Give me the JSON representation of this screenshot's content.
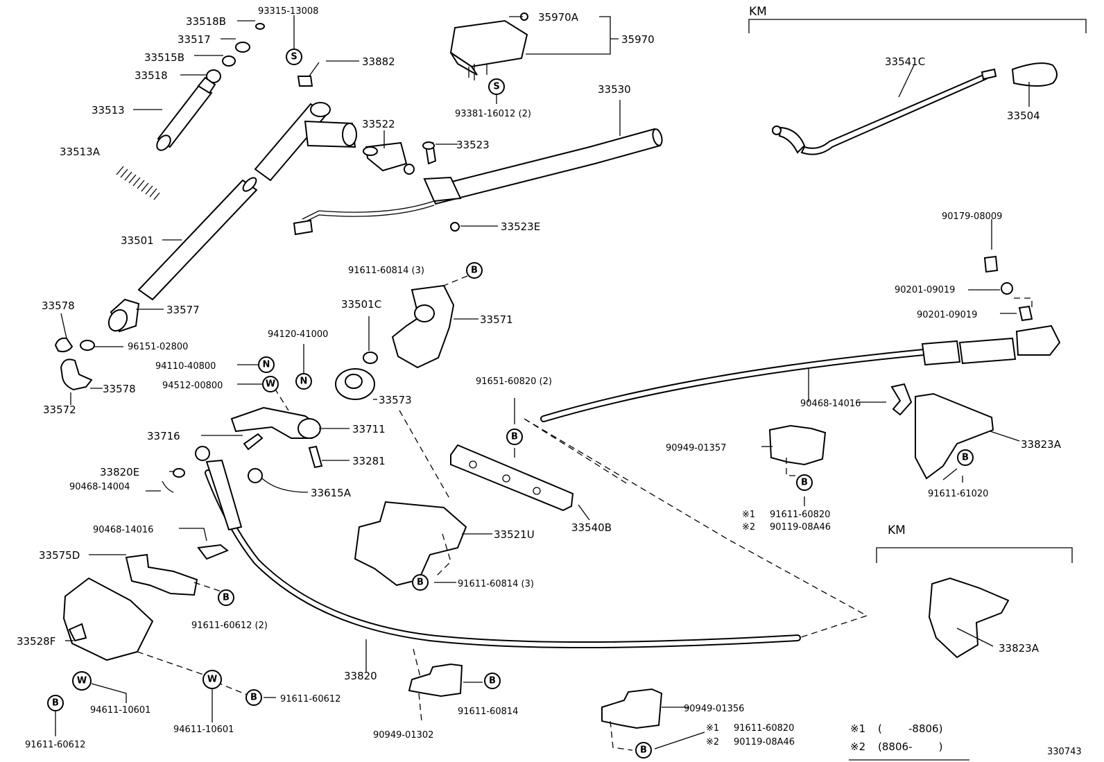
{
  "km_label": "KM",
  "part_numbers": {
    "p33518B": "33518B",
    "p93315_13008": "93315-13008",
    "p33517": "33517",
    "p33515B": "33515B",
    "p33518": "33518",
    "p33882": "33882",
    "p33513": "33513",
    "p33513A": "33513A",
    "p35970A": "35970A",
    "p35970": "35970",
    "p93381_16012": "93381-16012 (2)",
    "p33530": "33530",
    "p33522": "33522",
    "p33523": "33523",
    "p33523E": "33523E",
    "p33541C": "33541C",
    "p33504": "33504",
    "p90179_08009": "90179-08009",
    "p90201_09019a": "90201-09019",
    "p90201_09019b": "90201-09019",
    "p33501": "33501",
    "p33578a": "33578",
    "p33577": "33577",
    "p96151_02800": "96151-02800",
    "p33578b": "33578",
    "p33572": "33572",
    "p91611_60814_3a": "91611-60814 (3)",
    "p33501C": "33501C",
    "p33571": "33571",
    "p94120_41000": "94120-41000",
    "p94110_40800": "94110-40800",
    "p94512_00800": "94512-00800",
    "p33573": "33573",
    "p33716": "33716",
    "p33711": "33711",
    "p33281": "33281",
    "p33820E": "33820E",
    "p90468_14004": "90468-14004",
    "p33615A": "33615A",
    "p91651_60820": "91651-60820 (2)",
    "p90468_14016a": "90468-14016",
    "p90949_01357": "90949-01357",
    "p33823A_a": "33823A",
    "p91611_61020": "91611-61020",
    "p33540B": "33540B",
    "p33521U": "33521U",
    "p90468_14016b": "90468-14016",
    "p33575D": "33575D",
    "p91611_60612_2": "91611-60612 (2)",
    "p91611_60814_3b": "91611-60814 (3)",
    "p33528F": "33528F",
    "p33820": "33820",
    "p94611_10601a": "94611-10601",
    "p94611_10601b": "94611-10601",
    "p91611_60612a": "91611-60612",
    "p91611_60612b": "91611-60612",
    "p91611_60814": "91611-60814",
    "p90949_01302": "90949-01302",
    "p90949_01356": "90949-01356",
    "p33823A_b": "33823A",
    "p91611_60820a": "91611-60820",
    "p90119_08A46a": "90119-08A46",
    "p91611_60820b": "91611-60820",
    "p90119_08A46b": "90119-08A46"
  },
  "notes": {
    "mark1": "※1",
    "mark2": "※2",
    "range1": "(        -8806)",
    "range2": "(8806-        )"
  },
  "symbols": {
    "S": "S",
    "B": "B",
    "N": "N",
    "W": "W"
  },
  "figure_code": "330743"
}
